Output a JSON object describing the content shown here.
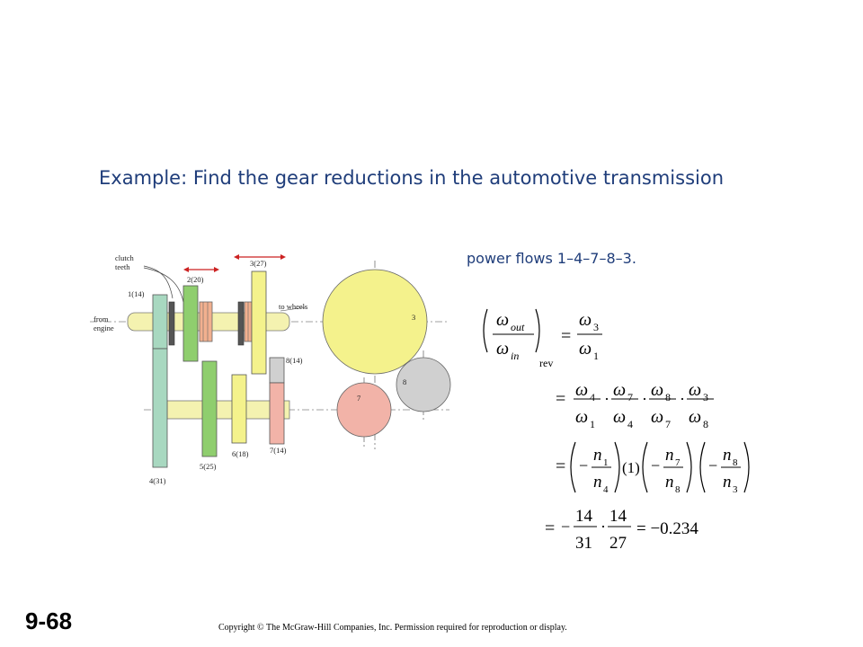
{
  "title": "Example: Find the gear reductions in the automotive transmission",
  "power_flow": {
    "prefix": "power flows ",
    "sequence": "1–4–7–8–3."
  },
  "diagram": {
    "labels": {
      "clutch_line1": "clutch",
      "clutch_line2": "teeth",
      "from_line1": "from",
      "from_line2": "engine",
      "to_wheels": "to wheels",
      "g1": "1(14)",
      "g2": "2(20)",
      "g3": "3(27)",
      "g4": "4(31)",
      "g5": "5(25)",
      "g6": "6(18)",
      "g7": "7(14)",
      "g8": "8(14)",
      "c3": "3",
      "c7": "7",
      "c8": "8"
    },
    "colors": {
      "gear1_4": "#a8d8c0",
      "gear2": "#8fce6e",
      "gear3": "#f4f28c",
      "gear5": "#8fce6e",
      "gear6": "#f4f28c",
      "gear7": "#f2b3a8",
      "gear8": "#d0d0d0",
      "shaft": "#f4f2b0",
      "clutch": "#f2b08f",
      "arrow": "#cc2222"
    }
  },
  "equations": {
    "omega": "ω",
    "out": "out",
    "in": "in",
    "rev": "rev",
    "eq": "=",
    "dot": "·",
    "minus": "−",
    "one_paren": "(1)",
    "s1": "1",
    "s3": "3",
    "s4": "4",
    "s7": "7",
    "s8": "8",
    "n": "n",
    "num14a": "14",
    "den31": "31",
    "num14b": "14",
    "den27": "27",
    "result": "= −0.234"
  },
  "slide_number": "9-68",
  "copyright": "Copyright © The McGraw-Hill Companies, Inc. Permission required for reproduction or display."
}
